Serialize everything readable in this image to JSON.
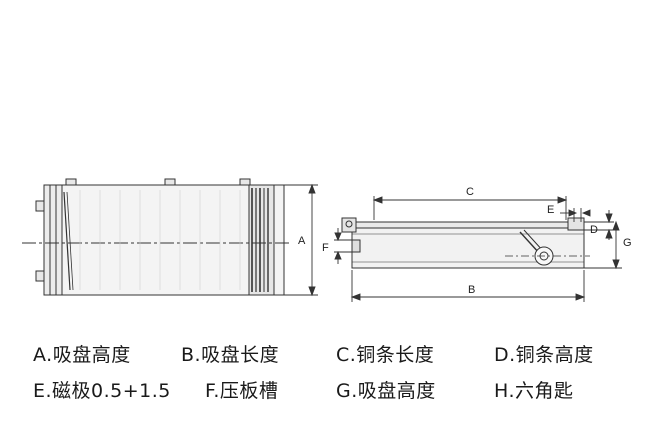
{
  "diagram": {
    "dimension_letters": {
      "A": "A",
      "B": "B",
      "C": "C",
      "D": "D",
      "E": "E",
      "F": "F",
      "G": "G"
    }
  },
  "legend": {
    "row1": [
      "A.吸盘高度",
      "B.吸盘长度",
      "C.铜条长度",
      "D.铜条高度"
    ],
    "row2": [
      "E.磁极0.5+1.5",
      "F.压板槽",
      "G.吸盘高度",
      "H.六角匙"
    ]
  }
}
